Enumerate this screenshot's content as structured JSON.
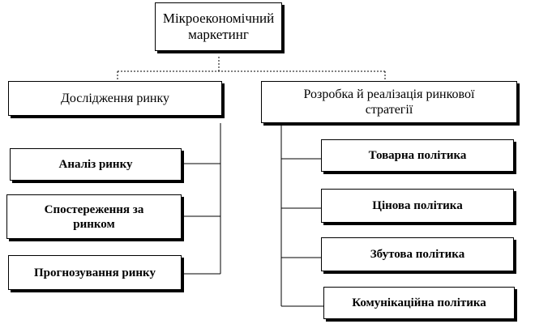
{
  "root": "Мікроекономічний маркетинг",
  "left_branch": {
    "title": "Дослідження ринку",
    "items": [
      "Аналіз ринку",
      "Спостереження за ринком",
      "Прогнозування ринку"
    ]
  },
  "right_branch": {
    "title": "Розробка й реалізація ринкової стратегії",
    "items": [
      "Товарна політика",
      "Цінова політика",
      "Збутова політика",
      "Комунікаційна політика"
    ]
  }
}
